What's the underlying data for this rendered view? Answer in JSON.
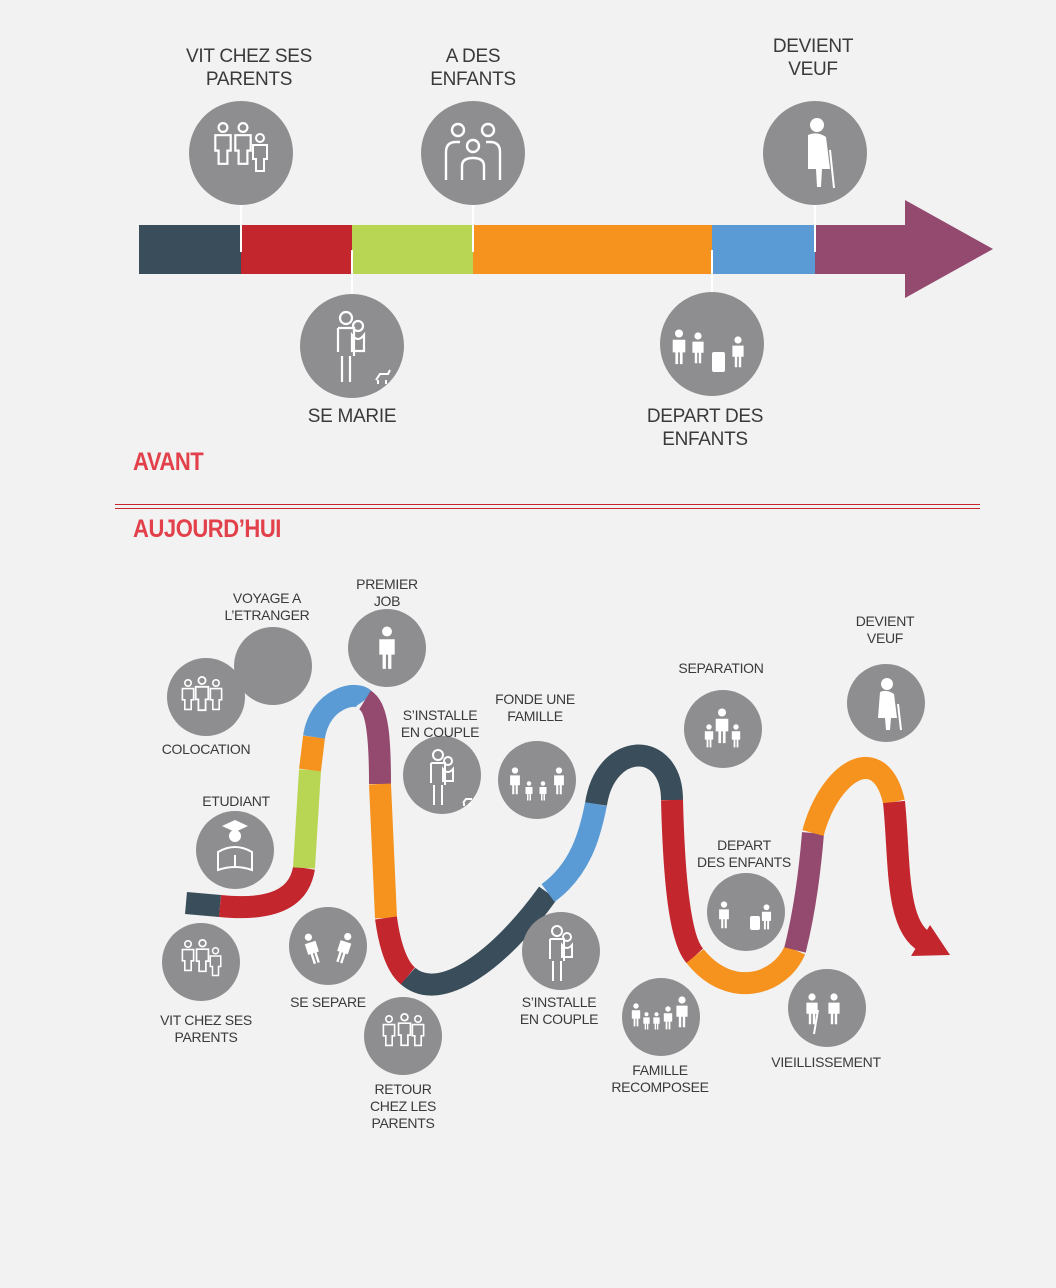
{
  "colors": {
    "background": "#f2f2f2",
    "circle": "#8e8e90",
    "heading": "#e2404a",
    "divider": "#c9272d",
    "slate": "#3a4d5a",
    "red": "#c4262e",
    "green": "#b9d554",
    "orange": "#f6921e",
    "blue": "#5b9bd5",
    "purple": "#944a6f"
  },
  "avant": {
    "heading": "AVANT",
    "stages": [
      {
        "label": "VIT CHEZ SES PARENTS",
        "lines": [
          "VIT CHEZ SES",
          "PARENTS"
        ],
        "icon": "family-icon",
        "position": "above"
      },
      {
        "label": "SE MARIE",
        "lines": [
          "SE MARIE"
        ],
        "icon": "couple-icon",
        "position": "below"
      },
      {
        "label": "A DES ENFANTS",
        "lines": [
          "A DES",
          "ENFANTS"
        ],
        "icon": "children-icon",
        "position": "above"
      },
      {
        "label": "DEPART DES ENFANTS",
        "lines": [
          "DEPART DES",
          "ENFANTS"
        ],
        "icon": "children-leaving-icon",
        "position": "below"
      },
      {
        "label": "DEVIENT VEUF",
        "lines": [
          "DEVIENT",
          "VEUF"
        ],
        "icon": "elderly-person-icon",
        "position": "above"
      }
    ]
  },
  "aujourdhui": {
    "heading": "AUJOURD’HUI",
    "stages": [
      {
        "lines": [
          "VIT CHEZ SES",
          "PARENTS"
        ],
        "icon": "family-icon"
      },
      {
        "lines": [
          "ETUDIANT"
        ],
        "icon": "graduate-icon"
      },
      {
        "lines": [
          "COLOCATION"
        ],
        "icon": "group-icon"
      },
      {
        "lines": [
          "VOYAGE A",
          "L’ETRANGER"
        ],
        "icon": "travel-icon"
      },
      {
        "lines": [
          "PREMIER",
          "JOB"
        ],
        "icon": "worker-icon"
      },
      {
        "lines": [
          "S’INSTALLE",
          "EN COUPLE"
        ],
        "icon": "couple-icon"
      },
      {
        "lines": [
          "SE SEPARE"
        ],
        "icon": "separation-couple-icon"
      },
      {
        "lines": [
          "RETOUR",
          "CHEZ LES",
          "PARENTS"
        ],
        "icon": "family-icon"
      },
      {
        "lines": [
          "FONDE UNE",
          "FAMILLE"
        ],
        "icon": "family-with-children-icon"
      },
      {
        "lines": [
          "S’INSTALLE",
          "EN COUPLE"
        ],
        "icon": "couple-icon"
      },
      {
        "lines": [
          "SEPARATION"
        ],
        "icon": "single-parent-icon"
      },
      {
        "lines": [
          "FAMILLE",
          "RECOMPOSEE"
        ],
        "icon": "blended-family-icon"
      },
      {
        "lines": [
          "DEPART",
          "DES ENFANTS"
        ],
        "icon": "children-leaving-icon"
      },
      {
        "lines": [
          "VIEILLISSEMENT"
        ],
        "icon": "elderly-couple-icon"
      },
      {
        "lines": [
          "DEVIENT",
          "VEUF"
        ],
        "icon": "elderly-person-icon"
      }
    ]
  }
}
